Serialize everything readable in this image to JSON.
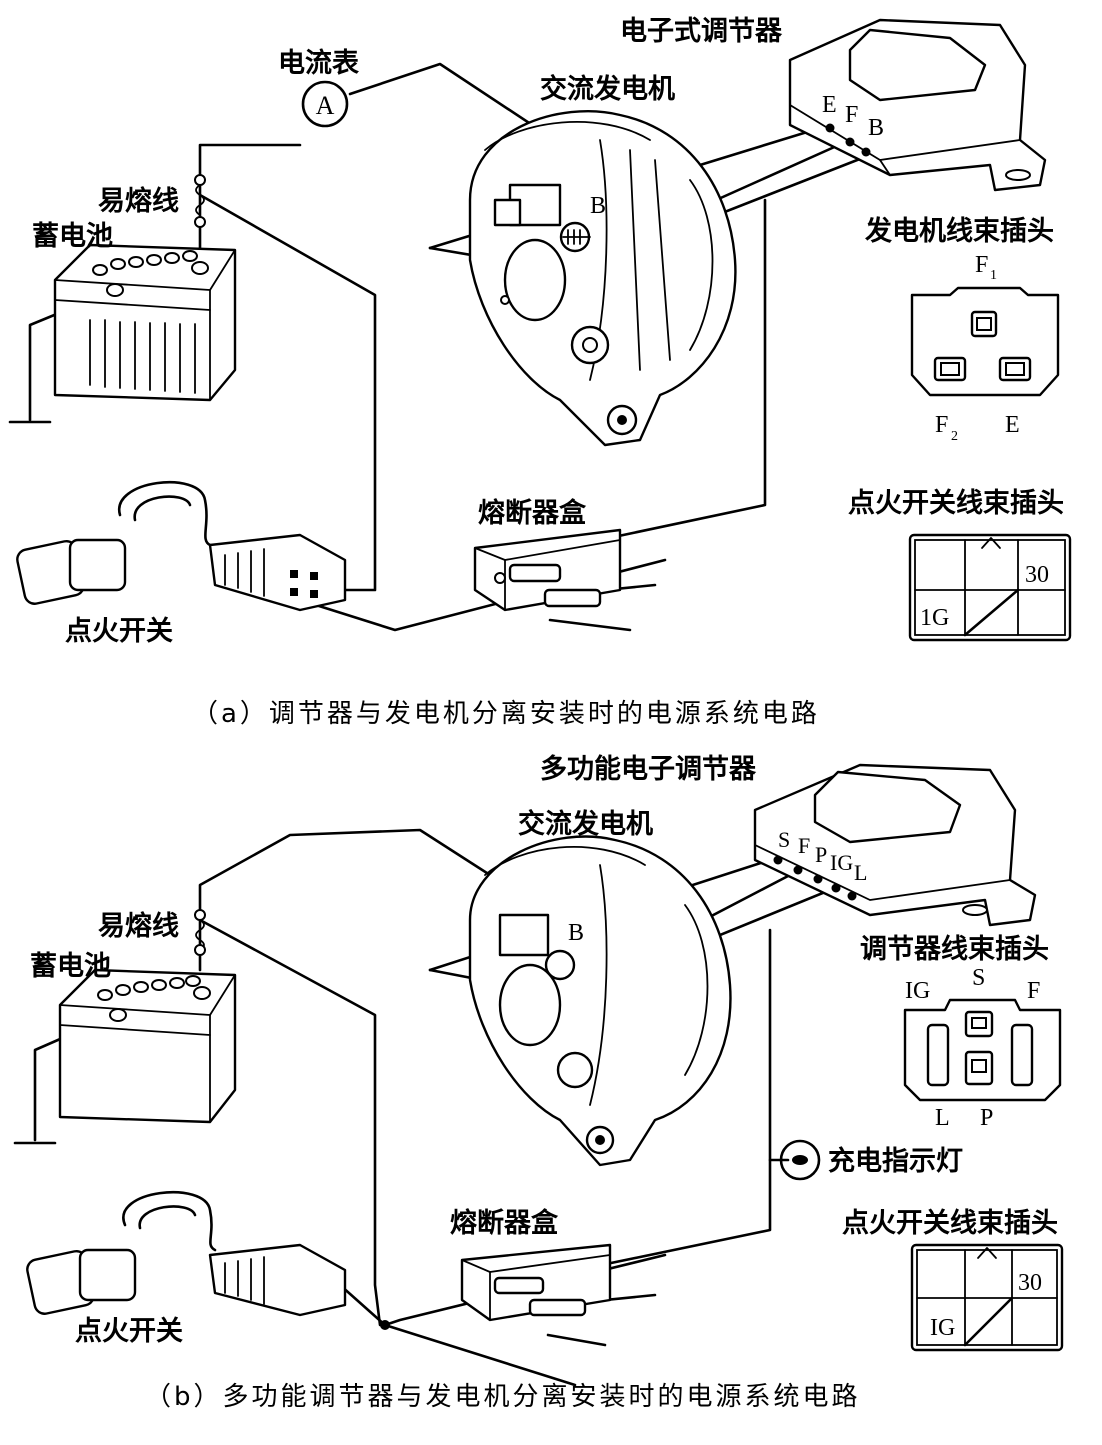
{
  "panel_a": {
    "labels": {
      "ammeter": "电流表",
      "ammeter_symbol": "A",
      "fusible_link": "易熔线",
      "battery": "蓄电池",
      "alternator": "交流发电机",
      "regulator": "电子式调节器",
      "ignition_switch": "点火开关",
      "fuse_box": "熔断器盒",
      "terminal_b": "B",
      "reg_terminals": [
        "E",
        "F",
        "B"
      ],
      "gen_connector_title": "发电机线束插头",
      "gen_connector_f1": "F",
      "gen_connector_f1_sub": "1",
      "gen_connector_f2": "F",
      "gen_connector_f2_sub": "2",
      "gen_connector_e": "E",
      "ign_connector_title": "点火开关线束插头",
      "ign_30": "30",
      "ign_1g": "1G"
    },
    "caption": "（a）调节器与发电机分离安装时的电源系统电路"
  },
  "panel_b": {
    "labels": {
      "regulator": "多功能电子调节器",
      "alternator": "交流发电机",
      "fusible_link": "易熔线",
      "battery": "蓄电池",
      "terminal_b": "B",
      "reg_terminals": [
        "S",
        "F",
        "P",
        "IG",
        "L"
      ],
      "reg_connector_title": "调节器线束插头",
      "reg_conn_ig": "IG",
      "reg_conn_s": "S",
      "reg_conn_f": "F",
      "reg_conn_l": "L",
      "reg_conn_p": "P",
      "charge_lamp": "充电指示灯",
      "fuse_box": "熔断器盒",
      "ign_connector_title": "点火开关线束插头",
      "ign_30": "30",
      "ign_ig": "IG",
      "ignition_switch": "点火开关"
    },
    "caption": "（b）多功能调节器与发电机分离安装时的电源系统电路"
  }
}
